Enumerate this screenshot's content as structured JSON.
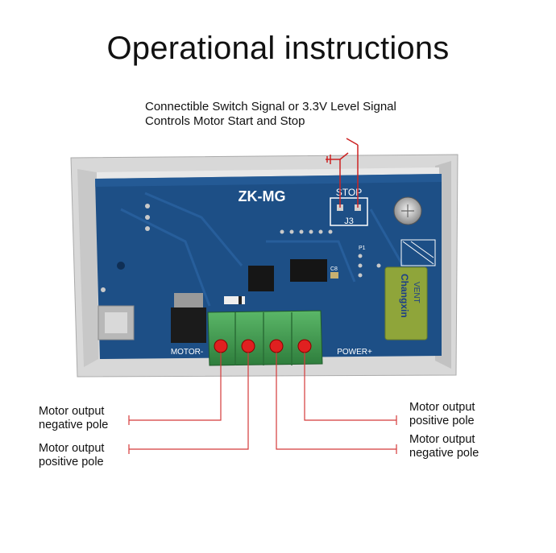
{
  "title": "Operational instructions",
  "control_note": {
    "line1": "Connectible Switch Signal or 3.3V Level Signal",
    "line2": "Controls Motor Start and Stop"
  },
  "board": {
    "model": "ZK-MG",
    "stop_label": "STOP",
    "header_label": "J3",
    "motor_label": "MOTOR-",
    "power_label": "POWER+",
    "capacitor_brand": "Changxin",
    "capacitor_text": "VENT",
    "chip_label": "C8",
    "part_label": "P1"
  },
  "terminals": [
    {
      "line1": "Motor output",
      "line2": "negative pole"
    },
    {
      "line1": "Motor output",
      "line2": "positive pole"
    },
    {
      "line1": "Motor output",
      "line2": "negative pole"
    },
    {
      "line1": "Motor output",
      "line2": "positive pole"
    }
  ],
  "colors": {
    "pcb": "#1d4f86",
    "terminal": "#3f9a4f",
    "leader": "#d43a3a",
    "case": "#d6d6d6"
  }
}
